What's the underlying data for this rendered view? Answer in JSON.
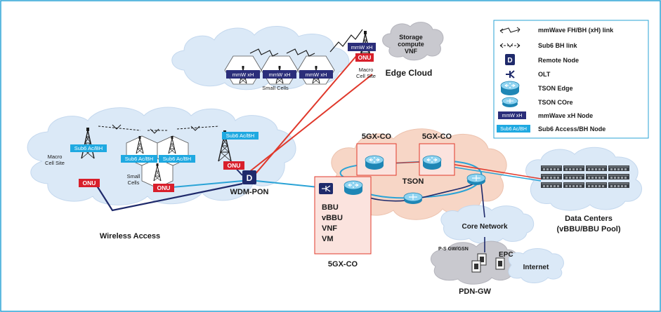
{
  "colors": {
    "frame": "#2aa3d6",
    "cloud": "#dbe9f7",
    "cloud_edge": "#c4d8ee",
    "tson_cloud": "#f7d6c6",
    "edge_cloud_grey": "#c9c9cf",
    "fiber_red": "#e0382b",
    "fiber_navy": "#1f2a6b",
    "fiber_cyan": "#2aa3d6",
    "sub6_fill": "#1fa9e1",
    "mmw_fill": "#2b2e7a",
    "onu_fill": "#d81f2b",
    "co_box": "#fbe3de",
    "co_box_edge": "#e0382b"
  },
  "legend": {
    "items": [
      {
        "icon": "mmwave-link-icon",
        "label": "mmWave FH/BH (xH) link"
      },
      {
        "icon": "sub6-link-icon",
        "label": "Sub6 BH link"
      },
      {
        "icon": "remote-node-icon",
        "label": "Remote Node"
      },
      {
        "icon": "olt-icon",
        "label": "OLT"
      },
      {
        "icon": "tson-edge-icon",
        "label": "TSON Edge"
      },
      {
        "icon": "tson-core-icon",
        "label": "TSON COre"
      },
      {
        "icon": "mmw-xh-node-icon",
        "label": "mmWave xH Node",
        "badge": "mmW xH"
      },
      {
        "icon": "sub6-node-icon",
        "label": "Sub6 Access/BH Node",
        "badge": "Sub6 Ac/BH"
      }
    ]
  },
  "labels": {
    "mmw_xh": "mmW xH",
    "sub6_acbh": "Sub6 Ac/BH",
    "onu": "ONU",
    "remote_node_glyph": "D",
    "storage_line1": "Storage",
    "storage_line2": "compute",
    "storage_line3": "VNF",
    "edge_cloud": "Edge Cloud",
    "macro_line1": "Macro",
    "macro_line2": "Cell Site",
    "small_cells": "Small Cells",
    "small": "Small",
    "cells": "Cells",
    "wdm_pon": "WDM-PON",
    "wireless_access": "Wireless Access",
    "co_top_left": "5GX-CO",
    "co_top_right": "5GX-CO",
    "co_bottom": "5GX-CO",
    "tson": "TSON",
    "bbu": "BBU",
    "vbbu": "vBBU",
    "vnf": "VNF",
    "vm": "VM",
    "core_network": "Core Network",
    "data_centers": "Data Centers",
    "data_centers_sub": "(vBBU/BBU Pool)",
    "psgw": "P-S GW/GSN",
    "epc": "EPC",
    "internet": "Internet",
    "pdn_gw": "PDN-GW"
  }
}
